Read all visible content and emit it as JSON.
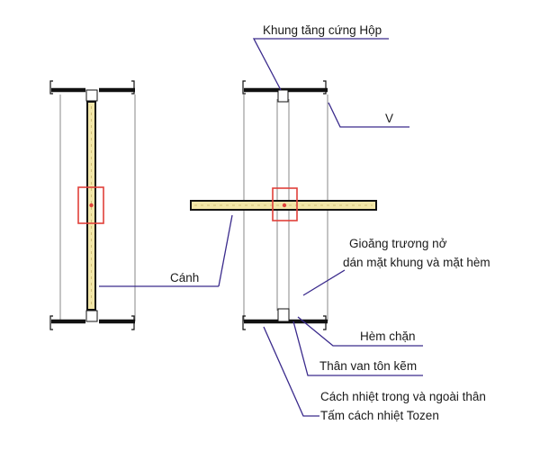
{
  "labels": {
    "frame_stiffener": "Khung tăng cứng Hộp",
    "v": "V",
    "gasket_line1": "Gioăng trương nở",
    "gasket_line2": "dán mặt khung và mặt hèm",
    "blade": "Cánh",
    "stop_strip": "Hèm chặn",
    "body": "Thân van tôn kẽm",
    "insulation_line1": "Cách nhiệt trong và ngoài thân",
    "insulation_line2": "Tấm cách nhiệt Tozen"
  },
  "colors": {
    "leader": "#3a2a8c",
    "highlight_box": "#e0403a",
    "blade_fill": "#f2e6a8",
    "wall": "#111111"
  }
}
